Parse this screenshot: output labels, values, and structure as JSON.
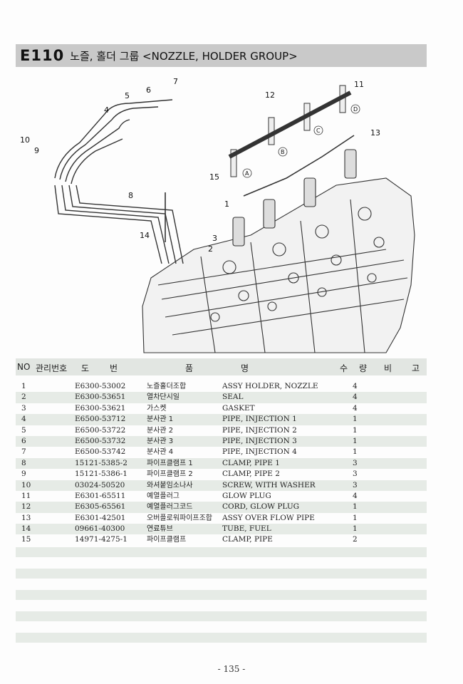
{
  "header": {
    "code": "E110",
    "title": "노즐, 홀더 그룹 <NOZZLE, HOLDER GROUP>"
  },
  "diagram": {
    "callouts": [
      "1",
      "2",
      "3",
      "4",
      "5",
      "6",
      "7",
      "8",
      "9",
      "10",
      "11",
      "12",
      "13",
      "14",
      "15"
    ],
    "letter_marks": [
      "A",
      "B",
      "C",
      "D"
    ]
  },
  "table": {
    "headers": {
      "no": "NO",
      "mgmt": "관리번호",
      "do": "도",
      "beon": "번",
      "pum": "품",
      "myeong": "명",
      "su": "수",
      "ryang": "량",
      "bi": "비",
      "go": "고"
    },
    "rows": [
      {
        "no": "1",
        "code": "E6300-53002",
        "kr": "노즐홀더조합",
        "en": "ASSY HOLDER, NOZZLE",
        "qty": "4"
      },
      {
        "no": "2",
        "code": "E6300-53651",
        "kr": "열차단시일",
        "en": "SEAL",
        "qty": "4"
      },
      {
        "no": "3",
        "code": "E6300-53621",
        "kr": "가스켓",
        "en": "GASKET",
        "qty": "4"
      },
      {
        "no": "4",
        "code": "E6500-53712",
        "kr": "분사관 1",
        "en": "PIPE, INJECTION 1",
        "qty": "1"
      },
      {
        "no": "5",
        "code": "E6500-53722",
        "kr": "분사관 2",
        "en": "PIPE, INJECTION 2",
        "qty": "1"
      },
      {
        "no": "6",
        "code": "E6500-53732",
        "kr": "분사관 3",
        "en": "PIPE, INJECTION 3",
        "qty": "1"
      },
      {
        "no": "7",
        "code": "E6500-53742",
        "kr": "분사관 4",
        "en": "PIPE, INJECTION 4",
        "qty": "1"
      },
      {
        "no": "8",
        "code": "15121-5385-2",
        "kr": "파이프클램프 1",
        "en": "CLAMP, PIPE 1",
        "qty": "3"
      },
      {
        "no": "9",
        "code": "15121-5386-1",
        "kr": "파이프클램프 2",
        "en": "CLAMP, PIPE 2",
        "qty": "3"
      },
      {
        "no": "10",
        "code": "03024-50520",
        "kr": "와셔붙임소나사",
        "en": "SCREW, WITH WASHER",
        "qty": "3"
      },
      {
        "no": "11",
        "code": "E6301-65511",
        "kr": "예열플러그",
        "en": "GLOW PLUG",
        "qty": "4"
      },
      {
        "no": "12",
        "code": "E6305-65561",
        "kr": "예열플러그코드",
        "en": "CORD, GLOW PLUG",
        "qty": "1"
      },
      {
        "no": "13",
        "code": "E6301-42501",
        "kr": "오버플로워파이프조합",
        "en": "ASSY OVER FLOW PIPE",
        "qty": "1"
      },
      {
        "no": "14",
        "code": "09661-40300",
        "kr": "연료튜브",
        "en": "TUBE, FUEL",
        "qty": "1"
      },
      {
        "no": "15",
        "code": "14971-4275-1",
        "kr": "파이프클램프",
        "en": "CLAMP, PIPE",
        "qty": "2"
      }
    ]
  },
  "footer": {
    "page_number": "- 135 -"
  }
}
